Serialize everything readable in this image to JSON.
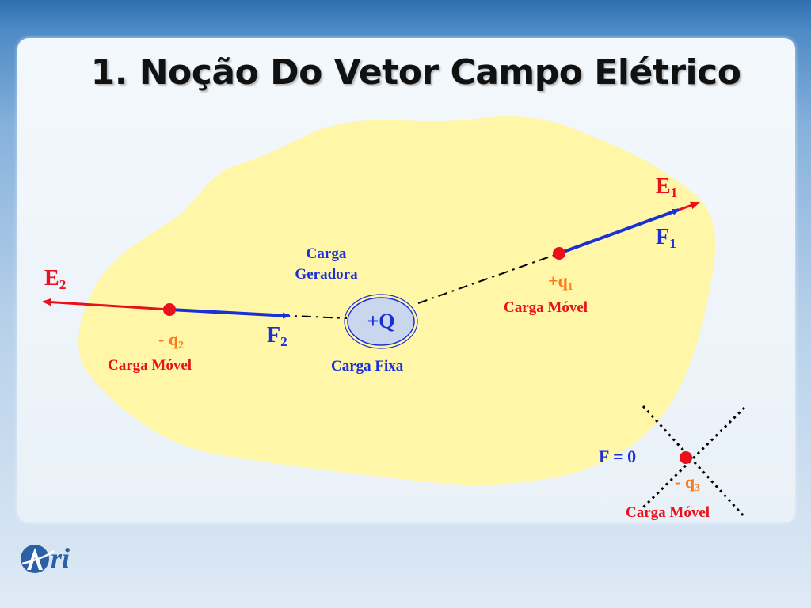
{
  "slide": {
    "title": "1. Noção Do Vetor Campo Elétrico"
  },
  "labels": {
    "e1": "E",
    "e1_sub": "1",
    "f1": "F",
    "f1_sub": "1",
    "e2": "E",
    "e2_sub": "2",
    "f2": "F",
    "f2_sub": "2",
    "carga_geradora": "Carga Geradora",
    "q_fixed": "+Q",
    "carga_fixa": "Carga Fixa",
    "plus_q1": "+q",
    "plus_q1_sub": "1",
    "carga_movel_1": "Carga Móvel",
    "minus_q2": "- q",
    "minus_q2_sub": "2",
    "carga_movel_2": "Carga Móvel",
    "f_zero": "F = 0",
    "minus_q3": "- q",
    "minus_q3_sub": "3",
    "carga_movel_3": "Carga Móvel"
  },
  "logo": {
    "text": "ri"
  },
  "colors": {
    "field_red": "#e8101a",
    "force_blue": "#1a2fd6",
    "region_yellow": "#fff6a8",
    "charge_orange": "#ff7a12",
    "fixed_charge_fill": "#c9d6ee"
  },
  "icons": [
    "positive-charge-circle",
    "red-charge-dot",
    "cross-marker"
  ]
}
